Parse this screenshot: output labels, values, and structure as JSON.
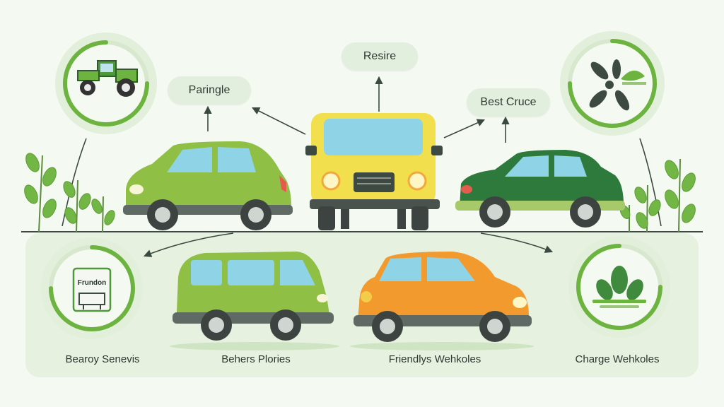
{
  "labels": {
    "top_center": "Resire",
    "top_left": "Paringle",
    "top_right": "Best Cruce",
    "badge_text": "Frundon"
  },
  "captions": [
    "Bearoy Senevis",
    "Behers Plories",
    "Friendlys Wehkoles",
    "Charge Wehkoles"
  ],
  "colors": {
    "accent_green": "#6db33f",
    "lime_car": "#8fbf45",
    "yellow_car": "#f1df4e",
    "dark_green_car": "#2e7a3d",
    "orange_car": "#f39a2e",
    "background": "#f4f9f1",
    "ring_bg": "#e2efdb"
  },
  "icons": {
    "top_left_ring": "tractor-icon",
    "top_right_ring": "leaf-propeller-icon",
    "bottom_left_ring": "charging-station-icon",
    "bottom_right_ring": "leaves-icon"
  }
}
